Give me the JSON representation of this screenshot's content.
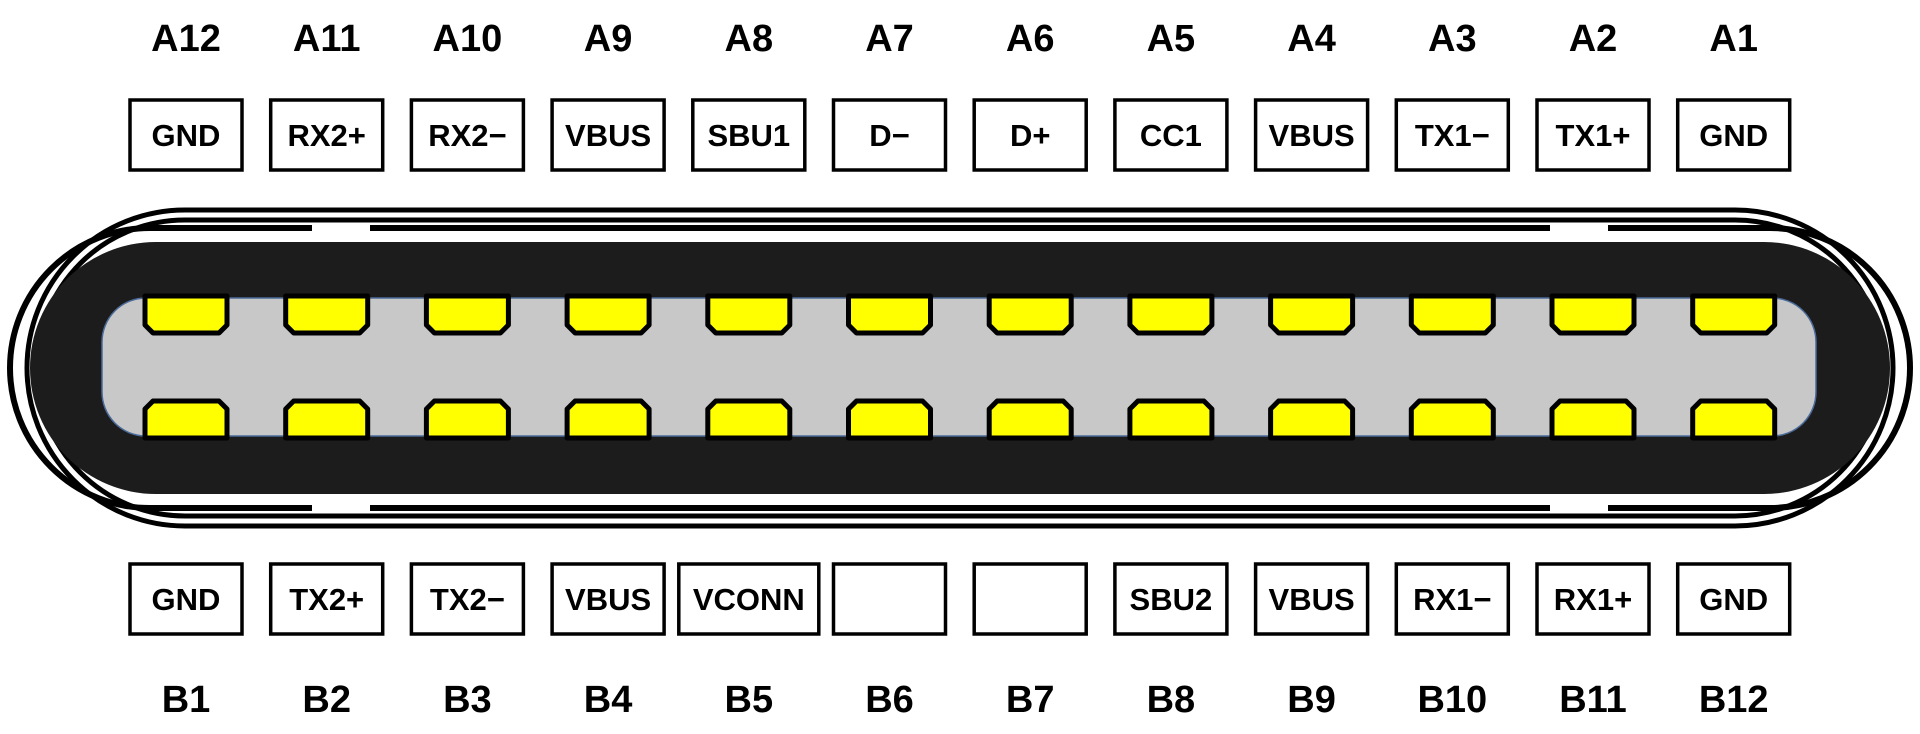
{
  "top_row": [
    {
      "pin": "A12",
      "signal": "GND"
    },
    {
      "pin": "A11",
      "signal": "RX2+"
    },
    {
      "pin": "A10",
      "signal": "RX2−"
    },
    {
      "pin": "A9",
      "signal": "VBUS"
    },
    {
      "pin": "A8",
      "signal": "SBU1"
    },
    {
      "pin": "A7",
      "signal": "D−"
    },
    {
      "pin": "A6",
      "signal": "D+"
    },
    {
      "pin": "A5",
      "signal": "CC1"
    },
    {
      "pin": "A4",
      "signal": "VBUS"
    },
    {
      "pin": "A3",
      "signal": "TX1−"
    },
    {
      "pin": "A2",
      "signal": "TX1+"
    },
    {
      "pin": "A1",
      "signal": "GND"
    }
  ],
  "bottom_row": [
    {
      "pin": "B1",
      "signal": "GND"
    },
    {
      "pin": "B2",
      "signal": "TX2+"
    },
    {
      "pin": "B3",
      "signal": "TX2−"
    },
    {
      "pin": "B4",
      "signal": "VBUS"
    },
    {
      "pin": "B5",
      "signal": "VCONN"
    },
    {
      "pin": "B6",
      "signal": ""
    },
    {
      "pin": "B7",
      "signal": ""
    },
    {
      "pin": "B8",
      "signal": "SBU2"
    },
    {
      "pin": "B9",
      "signal": "VBUS"
    },
    {
      "pin": "B10",
      "signal": "RX1−"
    },
    {
      "pin": "B11",
      "signal": "RX1+"
    },
    {
      "pin": "B12",
      "signal": "GND"
    }
  ],
  "colors": {
    "shell": "#1c1c1c",
    "tongue": "#c8c8c8",
    "tongue_outline": "#4a6a9a",
    "contact": "#ffff00",
    "outline": "#000000",
    "background": "#ffffff"
  }
}
